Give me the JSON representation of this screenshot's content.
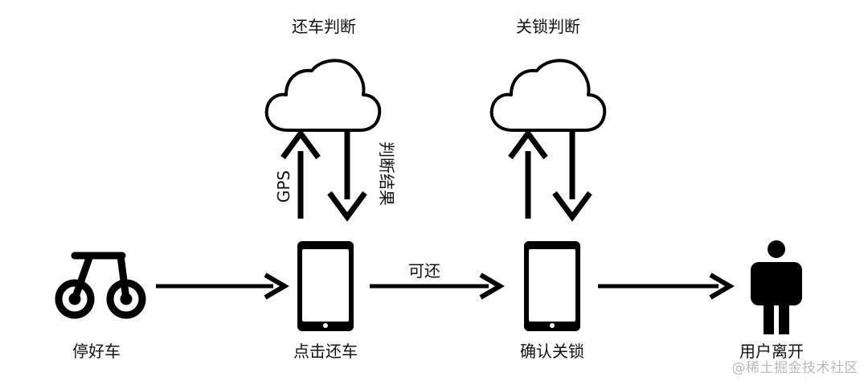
{
  "nodes": {
    "park": {
      "label": "停好车",
      "icon": "bicycle-icon"
    },
    "tap_return": {
      "label": "点击还车",
      "icon": "smartphone-icon"
    },
    "confirm_lock": {
      "label": "确认关锁",
      "icon": "smartphone-icon"
    },
    "leave": {
      "label": "用户离开",
      "icon": "person-icon"
    }
  },
  "clouds": {
    "return_check": {
      "title": "还车判断",
      "icon": "cloud-icon"
    },
    "lock_check": {
      "title": "关锁判断",
      "icon": "cloud-icon"
    }
  },
  "edges": {
    "gps": {
      "label": "GPS"
    },
    "judge_result": {
      "label": "判断结果"
    },
    "can_return": {
      "label": "可还"
    }
  },
  "watermark": "@稀土掘金技术社区",
  "colors": {
    "stroke": "#000000",
    "background": "#ffffff",
    "watermark": "#b9b9b9"
  }
}
